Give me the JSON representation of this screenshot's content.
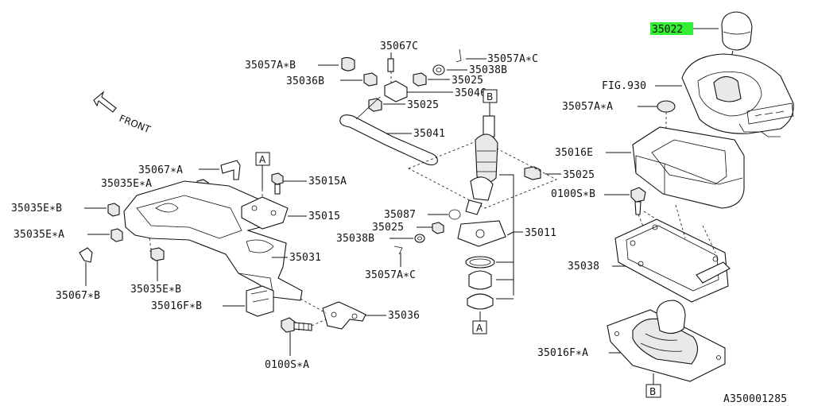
{
  "diagram": {
    "highlight_color": "#33ee33",
    "front_label": "FRONT",
    "figure_code": "A350001285",
    "boxes": [
      "A",
      "A",
      "B",
      "B"
    ],
    "labels": {
      "p35022": "35022",
      "fig930": "FIG.930",
      "p35057A_A": "35057A∗A",
      "p35016E": "35016E",
      "p0100S_B": "0100S∗B",
      "p35025_r": "35025",
      "p35038": "35038",
      "p35016F_A": "35016F∗A",
      "p35067C": "35067C",
      "p35057A_B": "35057A∗B",
      "p35057A_C_top": "35057A∗C",
      "p35038B_top": "35038B",
      "p35036B": "35036B",
      "p35025_t1": "35025",
      "p35046": "35046",
      "p35025_t2": "35025",
      "p35041": "35041",
      "p35067_A": "35067∗A",
      "p35035E_A1": "35035E∗A",
      "p35015A": "35015A",
      "p35035E_B": "35035E∗B",
      "p35015": "35015",
      "p35035E_A2": "35035E∗A",
      "p35031": "35031",
      "p35067_B": "35067∗B",
      "p35035E_B2": "35035E∗B",
      "p35016F_B": "35016F∗B",
      "p35036": "35036",
      "p0100S_A": "0100S∗A",
      "p35087": "35087",
      "p35025_m": "35025",
      "p35038B_m": "35038B",
      "p35057A_C_m": "35057A∗C",
      "p35011": "35011"
    }
  }
}
